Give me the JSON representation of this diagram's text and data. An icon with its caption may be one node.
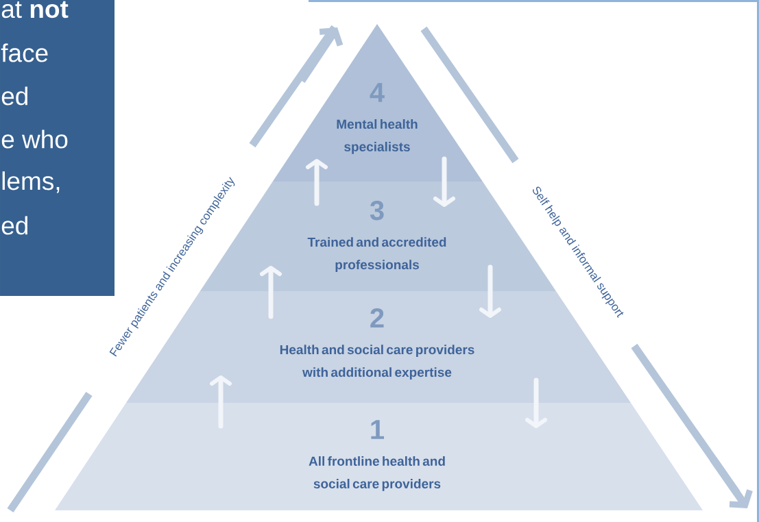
{
  "diagram": {
    "nodes": [
      {
        "text": [
          "at **not**",
          "face",
          "ed",
          "e who",
          "lems,",
          "ed"
        ]
      },
      {
        "text": [
          "4",
          "Mental health specialists"
        ]
      },
      {
        "text": [
          "3",
          "Trained and accredited professionals"
        ]
      },
      {
        "text": [
          "2",
          "Health and social care providers with additional expertise"
        ]
      },
      {
        "text": [
          "1",
          "All frontline health and social care providers"
        ]
      }
    ],
    "edges": [
      {
        "from": 4,
        "to": 3,
        "arrow": "to"
      },
      {
        "from": 3,
        "to": 2,
        "arrow": "to"
      },
      {
        "from": 2,
        "to": 1,
        "arrow": "to"
      },
      {
        "from": 1,
        "to": 2,
        "arrow": "to"
      },
      {
        "from": 2,
        "to": 3,
        "arrow": "to"
      },
      {
        "from": 3,
        "to": 4,
        "arrow": "to"
      }
    ],
    "labels": [
      "Fewer patients and increasing complexity",
      "Self help and informal support"
    ]
  }
}
